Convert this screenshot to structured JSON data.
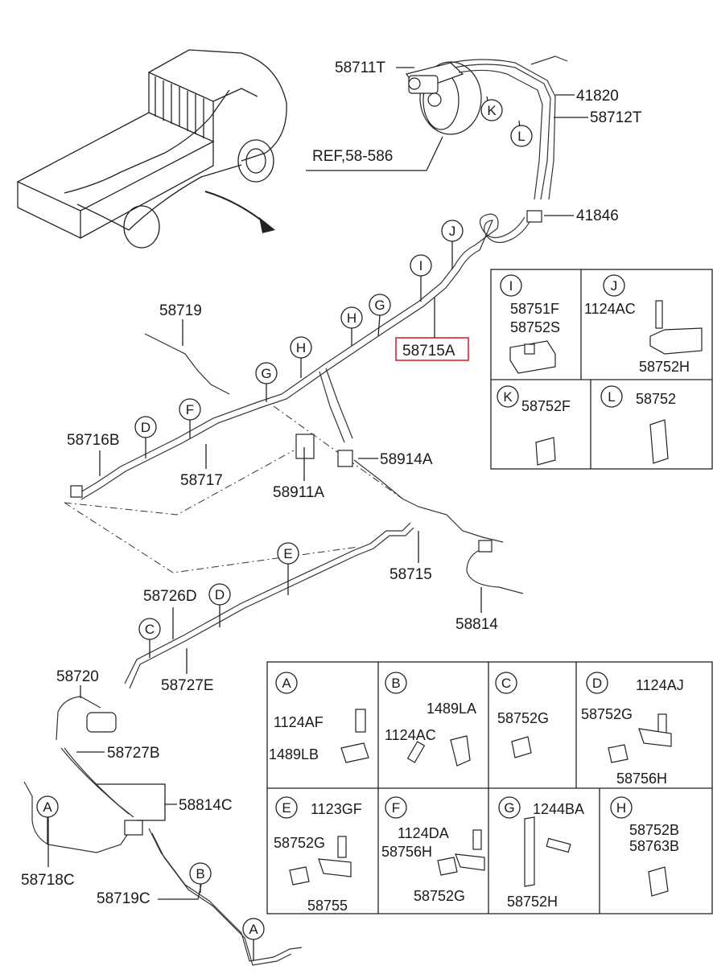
{
  "diagram": {
    "part_labels": {
      "p58711T": "58711T",
      "p41820": "41820",
      "p58712T": "58712T",
      "ref": "REF,58-586",
      "p41846": "41846",
      "p58719": "58719",
      "p58715A": "58715A",
      "p58716B": "58716B",
      "p58717": "58717",
      "p58911A": "58911A",
      "p58914A": "58914A",
      "p58715": "58715",
      "p58814": "58814",
      "p58726D": "58726D",
      "p58727E": "58727E",
      "p58720": "58720",
      "p58727B": "58727B",
      "p58814C": "58814C",
      "p58718C": "58718C",
      "p58719C": "58719C"
    },
    "callouts": {
      "K": "K",
      "L": "L",
      "J": "J",
      "I": "I",
      "G": "G",
      "H": "H",
      "F": "F",
      "D": "D",
      "E": "E",
      "C": "C",
      "B": "B",
      "A": "A"
    },
    "table_top": {
      "I": {
        "letter": "I",
        "parts": [
          "58751F",
          "58752S"
        ]
      },
      "J": {
        "letter": "J",
        "parts": [
          "1124AC",
          "58752H"
        ]
      },
      "K": {
        "letter": "K",
        "parts": [
          "58752F"
        ]
      },
      "L": {
        "letter": "L",
        "parts": [
          "58752"
        ]
      }
    },
    "table_bottom": {
      "A": {
        "letter": "A",
        "parts": [
          "1124AF",
          "1489LB"
        ]
      },
      "B": {
        "letter": "B",
        "parts": [
          "1489LA",
          "1124AC"
        ]
      },
      "C": {
        "letter": "C",
        "parts": [
          "58752G"
        ]
      },
      "D": {
        "letter": "D",
        "parts": [
          "1124AJ",
          "58752G",
          "58756H"
        ]
      },
      "E": {
        "letter": "E",
        "parts": [
          "1123GF",
          "58752G",
          "58755"
        ]
      },
      "F": {
        "letter": "F",
        "parts": [
          "1124DA",
          "58756H",
          "58752G"
        ]
      },
      "G": {
        "letter": "G",
        "parts": [
          "1244BA",
          "58752H"
        ]
      },
      "H": {
        "letter": "H",
        "parts": [
          "58752B",
          "58763B"
        ]
      }
    },
    "highlight_color": "#d9252c"
  }
}
